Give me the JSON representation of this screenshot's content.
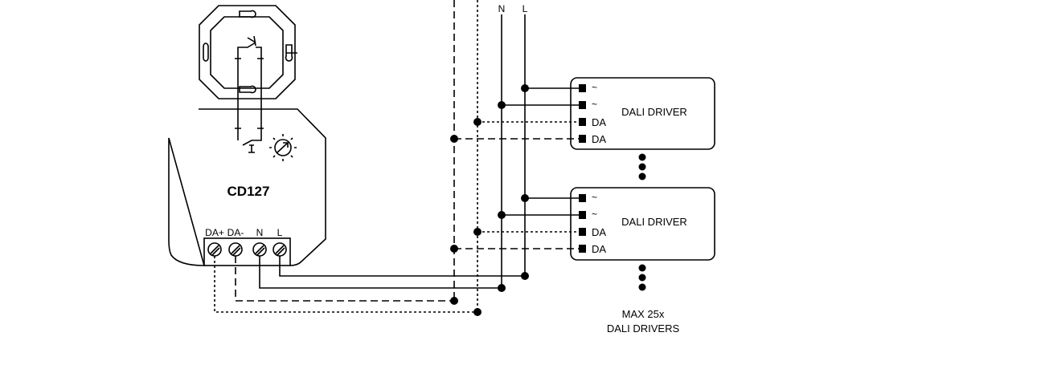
{
  "device": {
    "name": "CD127",
    "terminals": [
      "DA+",
      "DA-",
      "N",
      "L"
    ]
  },
  "bus": {
    "n_label": "N",
    "l_label": "L"
  },
  "drivers": [
    {
      "label": "DALI DRIVER",
      "terminals": [
        "~",
        "~",
        "DA",
        "DA"
      ]
    },
    {
      "label": "DALI DRIVER",
      "terminals": [
        "~",
        "~",
        "DA",
        "DA"
      ]
    }
  ],
  "note": {
    "line1": "MAX 25x",
    "line2": "DALI DRIVERS"
  }
}
